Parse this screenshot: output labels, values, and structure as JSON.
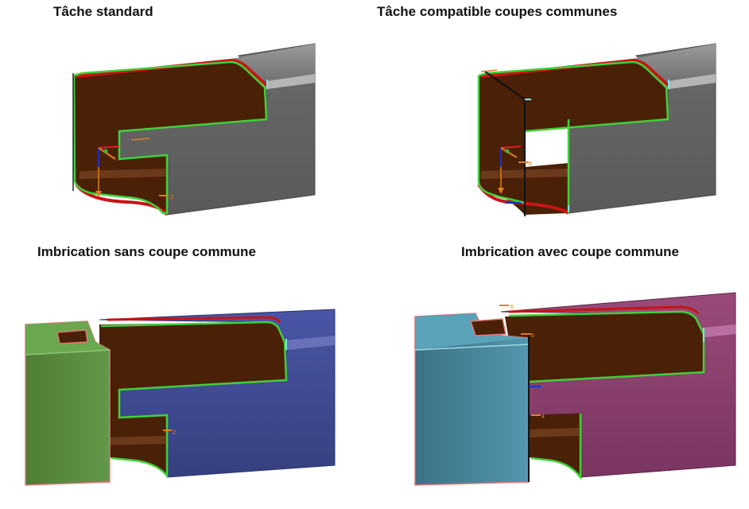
{
  "captions": {
    "standard_task": "Tâche standard",
    "common_cut_compatible_task": "Tâche compatible coupes communes",
    "nesting_without_common_cut": "Imbrication sans coupe commune",
    "nesting_with_common_cut": "Imbrication avec coupe commune"
  },
  "colors": {
    "background": "#ffffff",
    "profile_gray": "#6b6b6b",
    "profile_gray_top": "#8c8c8c",
    "cut_face_brown": "#4a2007",
    "outline_green": "#3fd13a",
    "edge_red": "#c81414",
    "blue_part": "#3f4a95",
    "green_part": "#5a8d3d",
    "teal_part": "#4a8aa0",
    "magenta_part": "#8c3f6d"
  },
  "marker_labels": {
    "p1_lower": "2",
    "p2_lower": "4",
    "p3_lower": "2",
    "p4_top": "6",
    "p4_mid": "6",
    "p4_lower": "4"
  }
}
